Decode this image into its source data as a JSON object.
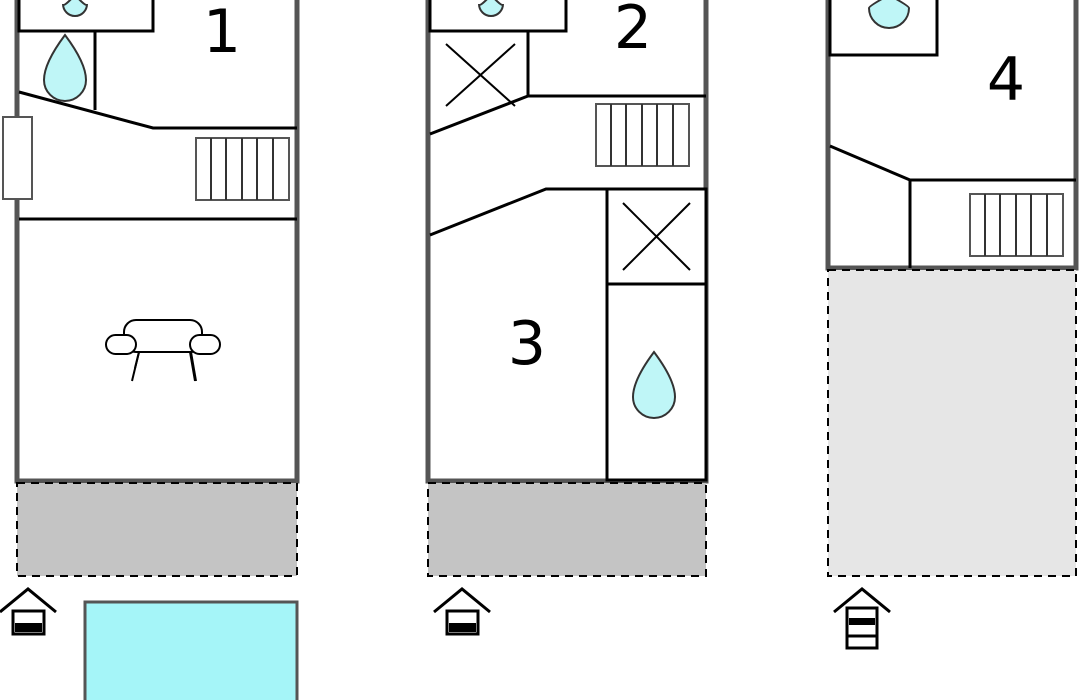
{
  "rooms": {
    "room_1": "1",
    "room_2": "2",
    "room_3": "3",
    "room_4": "4"
  },
  "colors": {
    "wall": "#555555",
    "line": "#000000",
    "water": "#bff6f7",
    "pool": "#a5f5f8",
    "terrace_dark": "#c4c4c4",
    "terrace_light": "#e6e6e6"
  },
  "icons": [
    "shower-drop-icon",
    "bed-cross-icon",
    "stairs-icon",
    "sofa-icon",
    "window-icon",
    "entrance-house-icon",
    "pool-icon"
  ]
}
